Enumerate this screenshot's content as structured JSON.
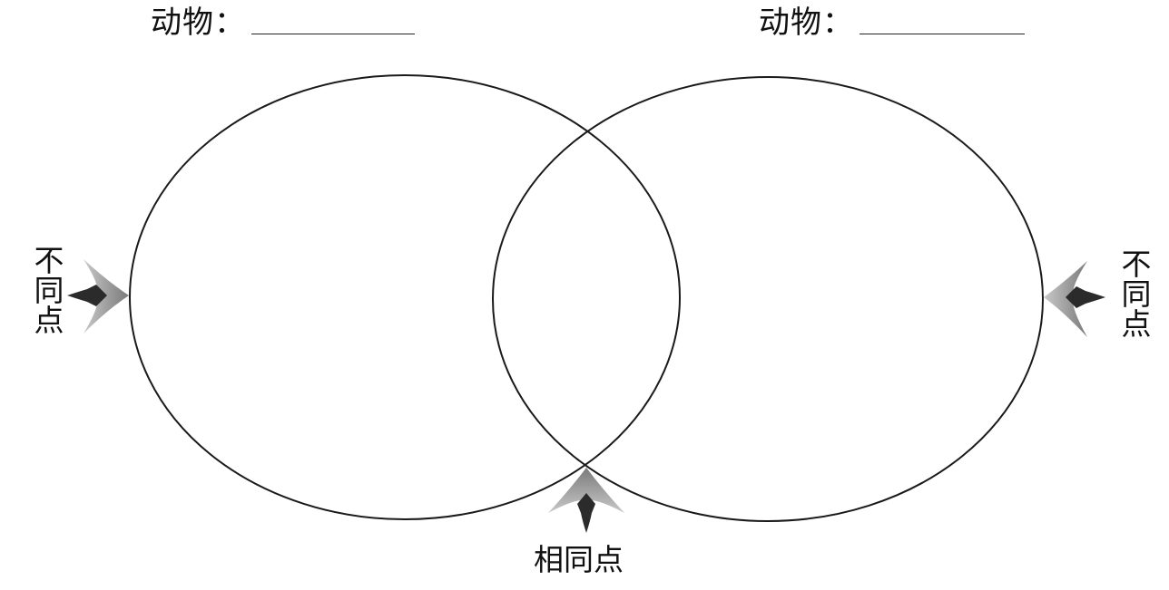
{
  "titles": {
    "left": "动物：",
    "right": "动物："
  },
  "labels": {
    "left_difference": "不同点",
    "right_difference": "不同点",
    "similarity": "相同点"
  },
  "colors": {
    "line": "#1a1a1a",
    "arrow_dark": "#2b2b2b",
    "arrow_light": "#9a9a9a"
  },
  "icons": {
    "left_arrow": "arrow-right-icon",
    "right_arrow": "arrow-left-icon",
    "bottom_arrow": "arrow-up-icon"
  }
}
